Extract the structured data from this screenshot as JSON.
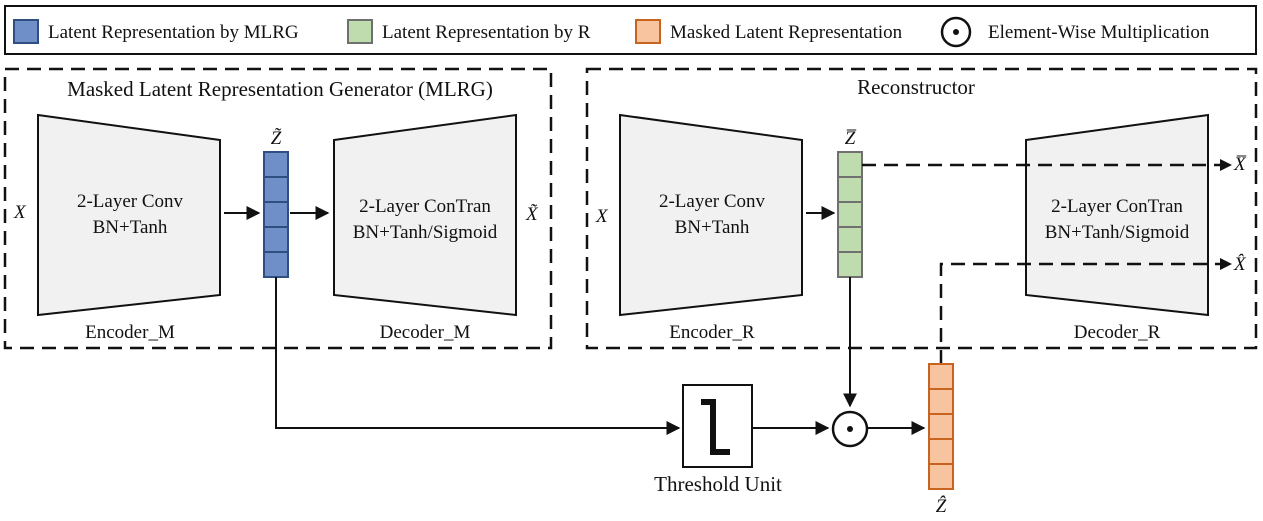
{
  "legend": {
    "mlrg_latent": "Latent Representation by MLRG",
    "r_latent": "Latent Representation by R",
    "masked_latent": "Masked Latent Representation",
    "multiplication": "Element-Wise Multiplication"
  },
  "colors": {
    "blue_fill": "#6f8fc8",
    "blue_stroke": "#2f4f80",
    "green_fill": "#bfdcae",
    "green_stroke": "#707070",
    "orange_fill": "#f8c4a0",
    "orange_stroke": "#c86420"
  },
  "mlrg": {
    "title": "Masked Latent Representation Generator (MLRG)",
    "input": "X",
    "output": "X̃",
    "latent": "Z̃",
    "encoder": {
      "line1": "2-Layer Conv",
      "line2": "BN+Tanh",
      "name": "Encoder_M"
    },
    "decoder": {
      "line1": "2-Layer ConTran",
      "line2": "BN+Tanh/Sigmoid",
      "name": "Decoder_M"
    }
  },
  "reconstructor": {
    "title": "Reconstructor",
    "input": "X",
    "latent": "Z̅",
    "output_bar": "X̅",
    "output_hat": "X̂",
    "encoder": {
      "line1": "2-Layer Conv",
      "line2": "BN+Tanh",
      "name": "Encoder_R"
    },
    "decoder": {
      "line1": "2-Layer ConTran",
      "line2": "BN+Tanh/Sigmoid",
      "name": "Decoder_R"
    }
  },
  "threshold": {
    "label": "Threshold Unit"
  },
  "masked": {
    "latent": "Ẑ"
  }
}
